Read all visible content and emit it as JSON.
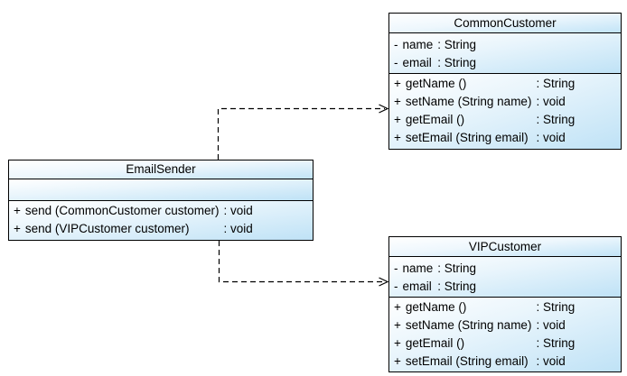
{
  "page": {
    "background": "#ffffff"
  },
  "diagram": {
    "type": "UML class diagram",
    "colors": {
      "box_border": "#000000",
      "box_fill_highlight": "#ffffff",
      "box_fill_blue": "#bfe2f6",
      "text": "#000000",
      "connector": "#000000"
    },
    "classes": [
      {
        "name": "CommonCustomer",
        "attributes": [
          {
            "visibility": "-",
            "name": "name",
            "type_label": ": String"
          },
          {
            "visibility": "-",
            "name": "email",
            "type_label": ": String"
          }
        ],
        "methods": [
          {
            "visibility": "+",
            "signature": "getName ()",
            "type_label": ": String"
          },
          {
            "visibility": "+",
            "signature": "setName (String name)",
            "type_label": ": void"
          },
          {
            "visibility": "+",
            "signature": "getEmail ()",
            "type_label": ": String"
          },
          {
            "visibility": "+",
            "signature": "setEmail (String email)",
            "type_label": ": void"
          }
        ]
      },
      {
        "name": "EmailSender",
        "attributes": [],
        "methods": [
          {
            "visibility": "+",
            "signature": "send (CommonCustomer customer)",
            "type_label": ": void"
          },
          {
            "visibility": "+",
            "signature": "send (VIPCustomer customer)",
            "type_label": ": void"
          }
        ]
      },
      {
        "name": "VIPCustomer",
        "attributes": [
          {
            "visibility": "-",
            "name": "name",
            "type_label": ": String"
          },
          {
            "visibility": "-",
            "name": "email",
            "type_label": ": String"
          }
        ],
        "methods": [
          {
            "visibility": "+",
            "signature": "getName ()",
            "type_label": ": String"
          },
          {
            "visibility": "+",
            "signature": "setName (String name)",
            "type_label": ": void"
          },
          {
            "visibility": "+",
            "signature": "getEmail ()",
            "type_label": ": String"
          },
          {
            "visibility": "+",
            "signature": "setEmail (String email)",
            "type_label": ": void"
          }
        ]
      }
    ],
    "relations": [
      {
        "from": "EmailSender",
        "to": "CommonCustomer",
        "type": "dependency",
        "style": "dashed-open-arrow"
      },
      {
        "from": "EmailSender",
        "to": "VIPCustomer",
        "type": "dependency",
        "style": "dashed-open-arrow"
      }
    ]
  }
}
